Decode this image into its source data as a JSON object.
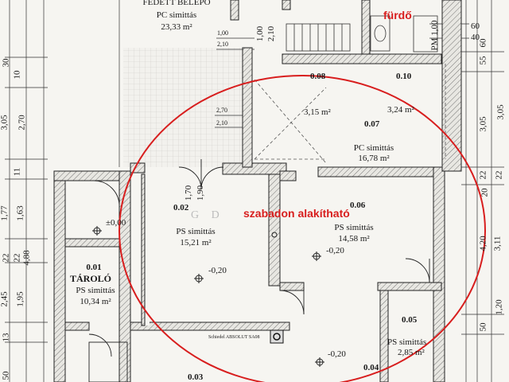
{
  "rooms": {
    "fedett": {
      "name": "FEDETT BELÉPŐ",
      "finish": "PC simittás",
      "area": "23,33 m²"
    },
    "r008": {
      "num": "0.08"
    },
    "r010": {
      "num": "0.10"
    },
    "r007": {
      "num": "0.07",
      "area_a": "3,15 m²",
      "area_b": "3,24 m²",
      "finish": "PC simittás",
      "area": "16,78 m²"
    },
    "r002": {
      "num": "0.02",
      "finish": "PS simittás",
      "area": "15,21 m²",
      "level": "-0,20"
    },
    "r006": {
      "num": "0.06",
      "finish": "PS simittás",
      "area": "14,58 m²",
      "level": "-0,20"
    },
    "r001": {
      "num": "0.01",
      "name": "TÁROLÓ",
      "finish": "PS simittás",
      "area": "10,34 m²",
      "level": "±0,00"
    },
    "r005": {
      "num": "0.05",
      "finish": "PS simittás",
      "area": "2,85 m²"
    },
    "r003": {
      "num": "0.03"
    },
    "r004": {
      "num": "0.04",
      "level": "-0,20"
    }
  },
  "annotations": {
    "furdo": "fürdő",
    "szabadon": "szabadon alakítható",
    "watermark": "G D"
  },
  "dims": {
    "d100": "1,00",
    "d210a": "2,10",
    "d100b": "1,00",
    "d210b": "2,10",
    "d270": "2,70",
    "d210c": "2,10",
    "d170": "1,70",
    "d190": "1,90",
    "pm": "PM 1,00",
    "d60": "60",
    "d40": "40",
    "boiler": "Schiedel ABSOLUT SA08"
  },
  "left_dims": {
    "outer": [
      "30",
      "10",
      "3,05",
      "2,70",
      "1,77",
      "22",
      "2,45",
      "13",
      "50"
    ],
    "inner": [
      "11",
      "1,63",
      "22",
      "4,88",
      "1,95"
    ]
  },
  "right_dims": {
    "inner": [
      "55",
      "60",
      "3,05",
      "22",
      "20",
      "4,20",
      "50",
      "3,11",
      "1,20"
    ],
    "outer": [
      "3,05",
      "22",
      "3,11",
      "1,20"
    ]
  }
}
